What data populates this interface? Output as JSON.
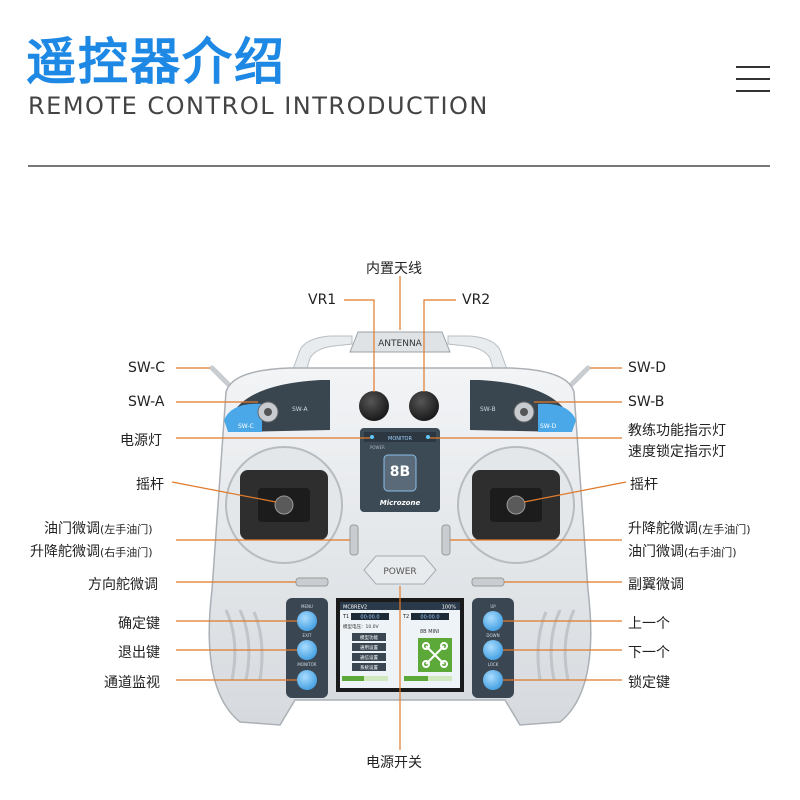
{
  "header": {
    "title_cn": "遥控器介绍",
    "title_en": "REMOTE CONTROL INTRODUCTION"
  },
  "device": {
    "antenna_label": "ANTENNA",
    "monitor_label": "MONITOR",
    "power_small": "POWER",
    "model": "8B",
    "brand": "Microzone",
    "power_button": "POWER",
    "sw_a": "SW-A",
    "sw_b": "SW-B",
    "sw_c": "SW-C",
    "sw_d": "SW-D",
    "left_buttons": [
      "MENU",
      "EXIT",
      "MONITOR"
    ],
    "right_buttons": [
      "UP",
      "DOWN",
      "LOCK"
    ],
    "screen": {
      "title": "MC8REV2",
      "signal": "100%",
      "t1": "T1",
      "t1_time": "00:00.0",
      "t2": "T2",
      "t2_time": "00:00.0",
      "voltage": "模型电压：10.0V",
      "model_name": "8B MINI",
      "menu": [
        "模型功能",
        "通用设置",
        "通信设置",
        "系统设置"
      ]
    }
  },
  "callouts": {
    "antenna": "内置天线",
    "vr1": "VR1",
    "vr2": "VR2",
    "sw_c": "SW-C",
    "sw_a": "SW-A",
    "sw_d": "SW-D",
    "sw_b": "SW-B",
    "power_led": "电源灯",
    "trainer_led": "教练功能指示灯",
    "speed_lock_led": "速度锁定指示灯",
    "stick_left": "摇杆",
    "stick_right": "摇杆",
    "left_trim_1": "油门微调",
    "left_trim_1_note": "(左手油门)",
    "left_trim_2": "升降舵微调",
    "left_trim_2_note": "(右手油门)",
    "right_trim_1": "升降舵微调",
    "right_trim_1_note": "(左手油门)",
    "right_trim_2": "油门微调",
    "right_trim_2_note": "(右手油门)",
    "rudder_trim": "方向舵微调",
    "aileron_trim": "副翼微调",
    "confirm_key": "确定键",
    "exit_key": "退出键",
    "channel_monitor": "通道监视",
    "up": "上一个",
    "down": "下一个",
    "lock_key": "锁定键",
    "power_switch": "电源开关"
  },
  "colors": {
    "accent": "#1e88e5",
    "body": "#e3e6e9",
    "dark_panel": "#3a4752",
    "button_blue": "#5fb5f0"
  }
}
